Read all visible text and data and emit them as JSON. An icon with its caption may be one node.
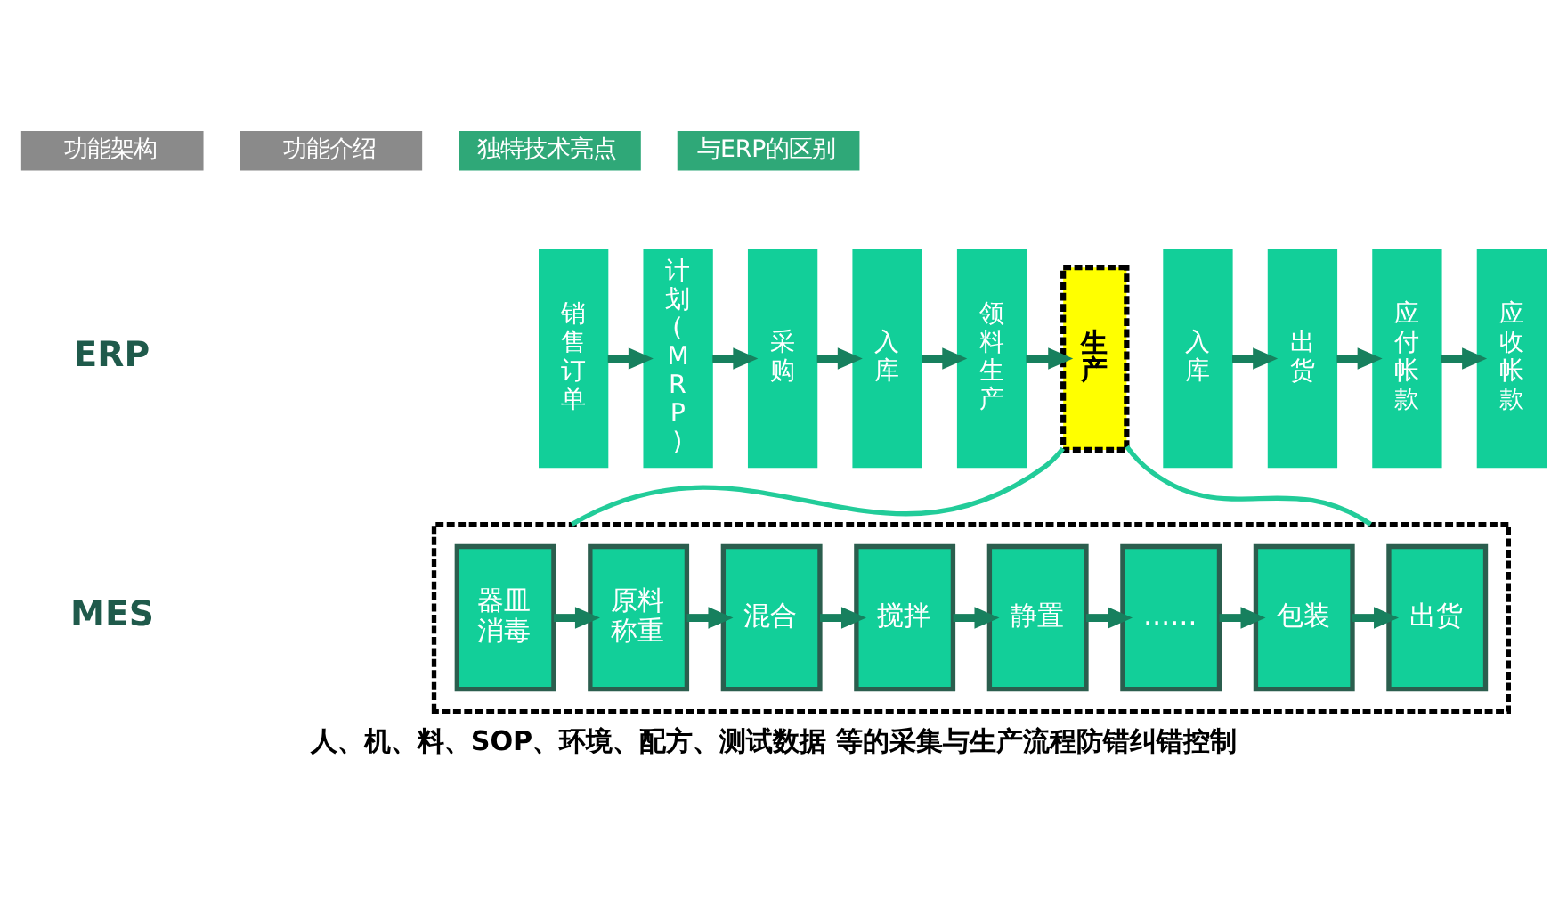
{
  "diagram": {
    "caption": "人、机、料、SOP、环境、配方、测试数据 等的采集与生产流程防错纠错控制",
    "nodes": [
      {
        "text": [
          "销售订单"
        ]
      },
      {
        "text": [
          "计划(MRP)"
        ]
      },
      {
        "text": [
          "采购"
        ]
      },
      {
        "text": [
          "入库"
        ]
      },
      {
        "text": [
          "领料生产"
        ]
      },
      {
        "text": [
          "生产"
        ]
      },
      {
        "text": [
          "入库"
        ]
      },
      {
        "text": [
          "出货"
        ]
      },
      {
        "text": [
          "应付帐款"
        ]
      },
      {
        "text": [
          "应收帐款"
        ]
      },
      {
        "text": [],
        "shape": "box"
      },
      {
        "text": [
          "器皿消毒"
        ],
        "in": 10
      },
      {
        "text": [
          "原料称重"
        ],
        "in": 10
      },
      {
        "text": [
          "混合"
        ],
        "in": 10
      },
      {
        "text": [
          "搅拌"
        ],
        "in": 10
      },
      {
        "text": [
          "静置"
        ],
        "in": 10
      },
      {
        "text": [
          "……"
        ],
        "in": 10
      },
      {
        "text": [
          "包装"
        ],
        "in": 10
      },
      {
        "text": [
          "出货"
        ],
        "in": 10
      }
    ],
    "edges": [
      {
        "from": 0,
        "to": 1,
        "arrow": "to"
      },
      {
        "from": 1,
        "to": 2,
        "arrow": "to"
      },
      {
        "from": 2,
        "to": 3,
        "arrow": "to"
      },
      {
        "from": 3,
        "to": 4,
        "arrow": "to"
      },
      {
        "from": 4,
        "to": 5,
        "arrow": "to"
      },
      {
        "from": 6,
        "to": 7,
        "arrow": "to"
      },
      {
        "from": 7,
        "to": 8,
        "arrow": "to"
      },
      {
        "from": 8,
        "to": 9,
        "arrow": "to"
      },
      {
        "from": 5,
        "to": 10,
        "arrow": "none",
        "color": "#22cc99"
      },
      {
        "from": 5,
        "to": 10,
        "arrow": "none",
        "color": "#22cc99"
      },
      {
        "from": 11,
        "to": 12,
        "arrow": "to"
      },
      {
        "from": 12,
        "to": 13,
        "arrow": "to"
      },
      {
        "from": 13,
        "to": 14,
        "arrow": "to"
      },
      {
        "from": 14,
        "to": 15,
        "arrow": "to"
      },
      {
        "from": 15,
        "to": 16,
        "arrow": "to"
      },
      {
        "from": 16,
        "to": 17,
        "arrow": "to"
      },
      {
        "from": 17,
        "to": 18,
        "arrow": "to"
      }
    ],
    "labels": [
      "功能架构",
      "功能介绍",
      "独特技术亮点",
      "与ERP的区别",
      "ERP",
      "MES"
    ]
  }
}
